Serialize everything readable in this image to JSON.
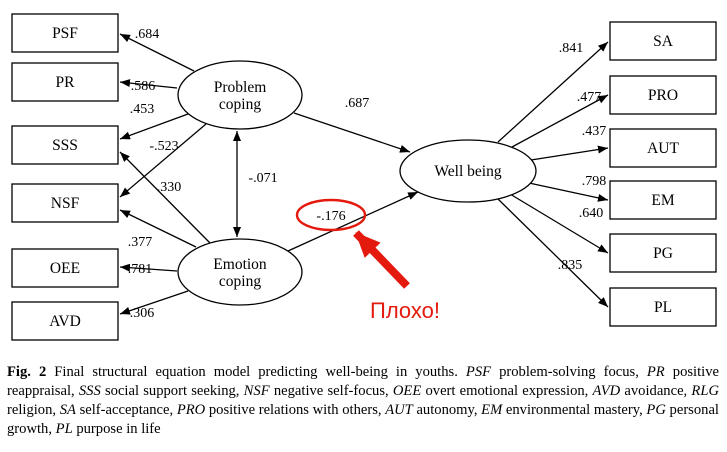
{
  "figure": {
    "latents": {
      "problem_coping": {
        "line1": "Problem",
        "line2": "coping"
      },
      "emotion_coping": {
        "line1": "Emotion",
        "line2": "coping"
      },
      "well_being": "Well being"
    },
    "left_boxes": [
      {
        "label": "PSF"
      },
      {
        "label": "PR"
      },
      {
        "label": "SSS"
      },
      {
        "label": "NSF"
      },
      {
        "label": "OEE"
      },
      {
        "label": "AVD"
      }
    ],
    "right_boxes": [
      {
        "label": "SA"
      },
      {
        "label": "PRO"
      },
      {
        "label": "AUT"
      },
      {
        "label": "EM"
      },
      {
        "label": "PG"
      },
      {
        "label": "PL"
      }
    ],
    "edges": [
      {
        "from": "Problem coping",
        "to": "PSF",
        "value": ".684"
      },
      {
        "from": "Problem coping",
        "to": "PR",
        "value": ".586"
      },
      {
        "from": "Problem coping",
        "to": "SSS",
        "value": ".453"
      },
      {
        "from": "Problem coping",
        "to": "NSF",
        "value": "-.523"
      },
      {
        "from": "Emotion coping",
        "to": "SSS",
        "value": ".330"
      },
      {
        "from": "Emotion coping",
        "to": "NSF",
        "value": ".377"
      },
      {
        "from": "Emotion coping",
        "to": "OEE",
        "value": ".781"
      },
      {
        "from": "Emotion coping",
        "to": "AVD",
        "value": ".306"
      },
      {
        "from": "Problem coping",
        "to": "Emotion coping",
        "value": "-.071",
        "type": "covariance"
      },
      {
        "from": "Problem coping",
        "to": "Well being",
        "value": ".687"
      },
      {
        "from": "Emotion coping",
        "to": "Well being",
        "value": "-.176",
        "highlighted": true
      },
      {
        "from": "Well being",
        "to": "SA",
        "value": ".841"
      },
      {
        "from": "Well being",
        "to": "PRO",
        "value": ".477"
      },
      {
        "from": "Well being",
        "to": "AUT",
        "value": ".437"
      },
      {
        "from": "Well being",
        "to": "EM",
        "value": ".798"
      },
      {
        "from": "Well being",
        "to": "PG",
        "value": ".640"
      },
      {
        "from": "Well being",
        "to": "PL",
        "value": ".835"
      }
    ],
    "annotation": {
      "text": "Плохо!",
      "circled_value": "-.176",
      "color": "#e41a0e"
    }
  },
  "caption": {
    "segments": [
      {
        "text": "Fig. 2",
        "style": "bold"
      },
      {
        "text": "  Final structural equation model predicting well-being in youths. ",
        "style": "normal"
      },
      {
        "text": "PSF",
        "style": "italic"
      },
      {
        "text": " problem-solving focus, ",
        "style": "normal"
      },
      {
        "text": "PR",
        "style": "italic"
      },
      {
        "text": " positive reappraisal, ",
        "style": "normal"
      },
      {
        "text": "SSS",
        "style": "italic"
      },
      {
        "text": " social support seeking, ",
        "style": "normal"
      },
      {
        "text": "NSF",
        "style": "italic"
      },
      {
        "text": " negative self-focus, ",
        "style": "normal"
      },
      {
        "text": "OEE",
        "style": "italic"
      },
      {
        "text": " overt emotional expression, ",
        "style": "normal"
      },
      {
        "text": "AVD",
        "style": "italic"
      },
      {
        "text": " avoidance, ",
        "style": "normal"
      },
      {
        "text": "RLG",
        "style": "italic"
      },
      {
        "text": " religion, ",
        "style": "normal"
      },
      {
        "text": "SA",
        "style": "italic"
      },
      {
        "text": " self-acceptance, ",
        "style": "normal"
      },
      {
        "text": "PRO",
        "style": "italic"
      },
      {
        "text": " positive relations with others, ",
        "style": "normal"
      },
      {
        "text": "AUT",
        "style": "italic"
      },
      {
        "text": " autonomy, ",
        "style": "normal"
      },
      {
        "text": "EM",
        "style": "italic"
      },
      {
        "text": " environmental mastery, ",
        "style": "normal"
      },
      {
        "text": "PG",
        "style": "italic"
      },
      {
        "text": " personal growth, ",
        "style": "normal"
      },
      {
        "text": "PL",
        "style": "italic"
      },
      {
        "text": " purpose in life",
        "style": "normal"
      }
    ]
  }
}
